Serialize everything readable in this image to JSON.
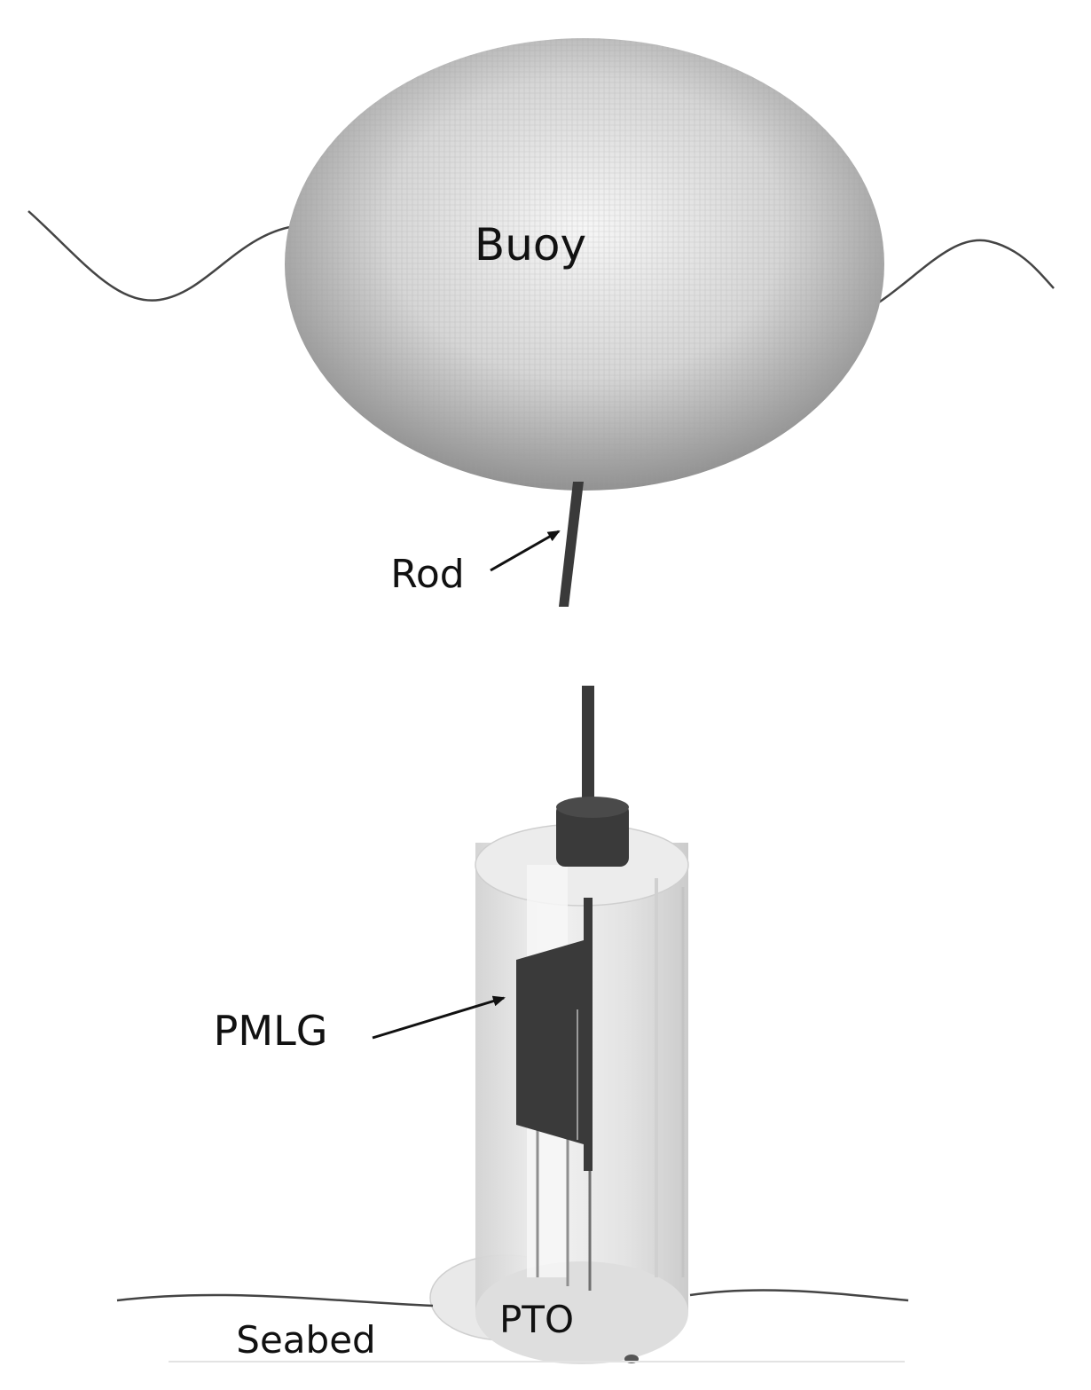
{
  "labels": {
    "buoy": "Buoy",
    "rod": "Rod",
    "pmlg": "PMLG",
    "pto": "PTO",
    "seabed": "Seabed"
  },
  "colors": {
    "dark_component": "#3a3a3a",
    "buoy_light": "#f4f4f4",
    "buoy_dark": "#8a8a8a",
    "housing": "#e6e6e6",
    "line": "#444444"
  }
}
